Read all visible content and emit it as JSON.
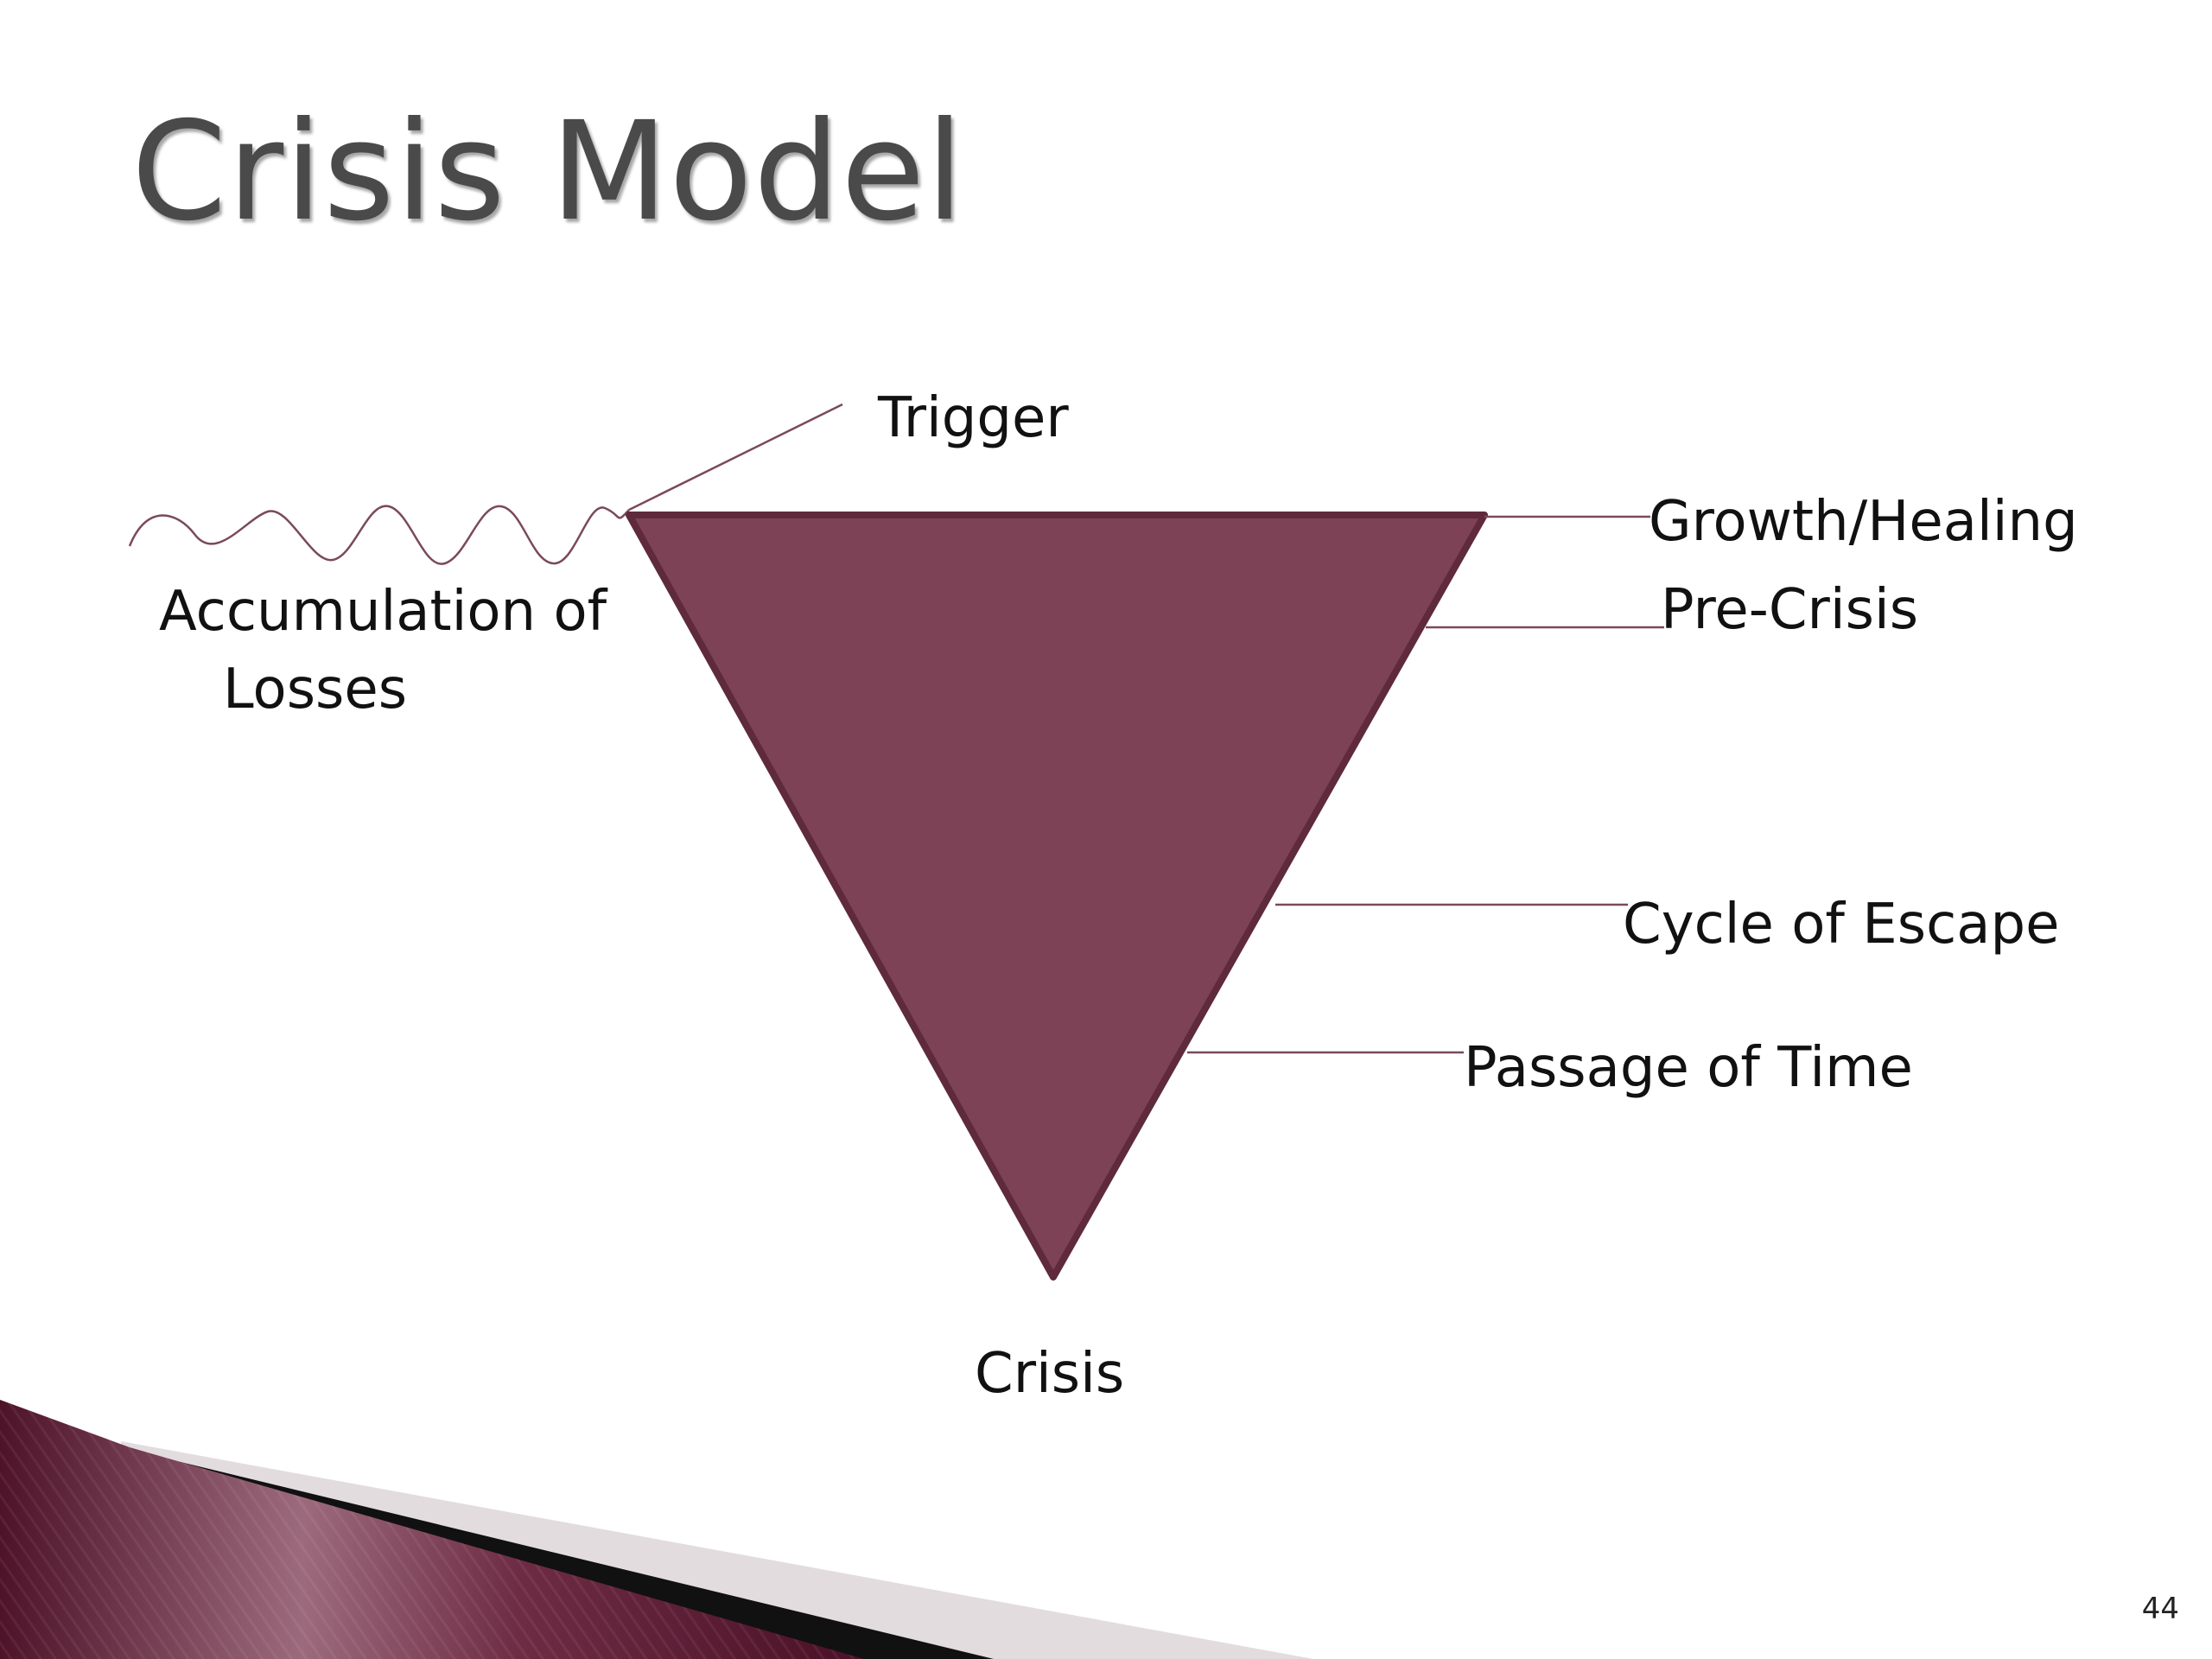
{
  "slide": {
    "title": "Crisis Model",
    "page_number": "44"
  },
  "diagram": {
    "labels": {
      "trigger": "Trigger",
      "growth_healing": "Growth/Healing",
      "pre_crisis": "Pre-Crisis",
      "cycle_of_escape": "Cycle of Escape",
      "passage_of_time": "Passage of Time",
      "crisis": "Crisis",
      "accumulation_line1": "Accumulation of",
      "accumulation_line2": "Losses"
    },
    "colors": {
      "triangle_fill": "#7d4255",
      "triangle_stroke": "#5e2a3c",
      "connector": "#7a4a58",
      "accent_dark": "#5b1a33",
      "accent_light": "#e3dcdf"
    }
  }
}
